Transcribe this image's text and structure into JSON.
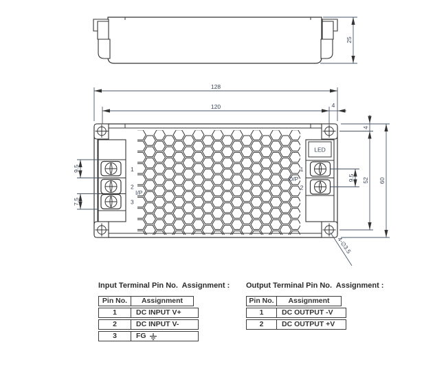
{
  "colors": {
    "ink": "#333333",
    "label_ink": "#3d4a5f",
    "background": "#ffffff"
  },
  "top_view": {
    "dim_height": "25"
  },
  "front_view": {
    "dims": {
      "width_overall": "128",
      "width_mounting_holes": "120",
      "hole_edge_offset_top": "4",
      "hole_edge_offset_right": "4",
      "output_pin_pitch": "9.5",
      "input_pin_pitch_top": "9.5",
      "input_pin_pitch_bottom": "7.5",
      "mounting_holes_vertical": "52",
      "height_overall": "60"
    },
    "mounting_hole_note": "4-∅3.5",
    "labels": {
      "led": "LED",
      "input": "I/P",
      "output": "O/P"
    },
    "input_pins": [
      "1",
      "2",
      "3"
    ],
    "output_pins": [
      "1",
      "2"
    ]
  },
  "input_table": {
    "title": "Input Terminal Pin No.  Assignment :",
    "headers": [
      "Pin No.",
      "Assignment"
    ],
    "rows": [
      {
        "pin": "1",
        "assignment": "DC INPUT V+"
      },
      {
        "pin": "2",
        "assignment": "DC INPUT V-"
      },
      {
        "pin": "3",
        "assignment": "FG"
      }
    ],
    "ground_icon": "earth-ground-icon"
  },
  "output_table": {
    "title": "Output Terminal Pin No.  Assignment :",
    "headers": [
      "Pin No.",
      "Assignment"
    ],
    "rows": [
      {
        "pin": "1",
        "assignment": "DC OUTPUT -V"
      },
      {
        "pin": "2",
        "assignment": "DC OUTPUT +V"
      }
    ]
  }
}
